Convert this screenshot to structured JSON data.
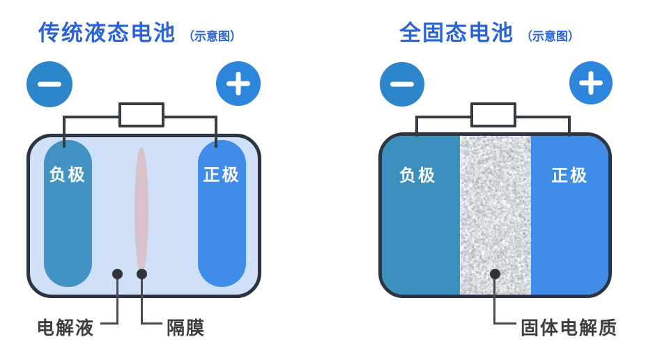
{
  "figure": {
    "panels": [
      {
        "title": "传统液态电池",
        "subtitle": "（示意图）",
        "anode_label": "负极",
        "cathode_label": "正极",
        "icons": {
          "negative": "minus-icon",
          "positive": "plus-icon"
        },
        "callouts": [
          {
            "label": "电解液"
          },
          {
            "label": "隔膜"
          }
        ]
      },
      {
        "title": "全固态电池",
        "subtitle": "（示意图）",
        "anode_label": "负极",
        "cathode_label": "正极",
        "icons": {
          "negative": "minus-icon",
          "positive": "plus-icon"
        },
        "callouts": [
          {
            "label": "固体电解质"
          }
        ]
      }
    ],
    "colors": {
      "background": "#ffffff",
      "title_blue": "#2a64d4",
      "terminal_teal": "#2c86c9",
      "terminal_blue": "#2d86dc",
      "outline_dark": "#2b3440",
      "wire_dark": "#363b42",
      "liquid_electrolyte_fill": "#cfe0f8",
      "anode_teal": "#4292c3",
      "solid_anode_teal": "#3a8fbc",
      "cathode_blue": "#3f8de8",
      "separator_pink": "#d8c1c9",
      "dot_dark": "#2f3338",
      "leader_gray": "#4c4c4c",
      "label_dark": "#3e3e3e"
    }
  }
}
